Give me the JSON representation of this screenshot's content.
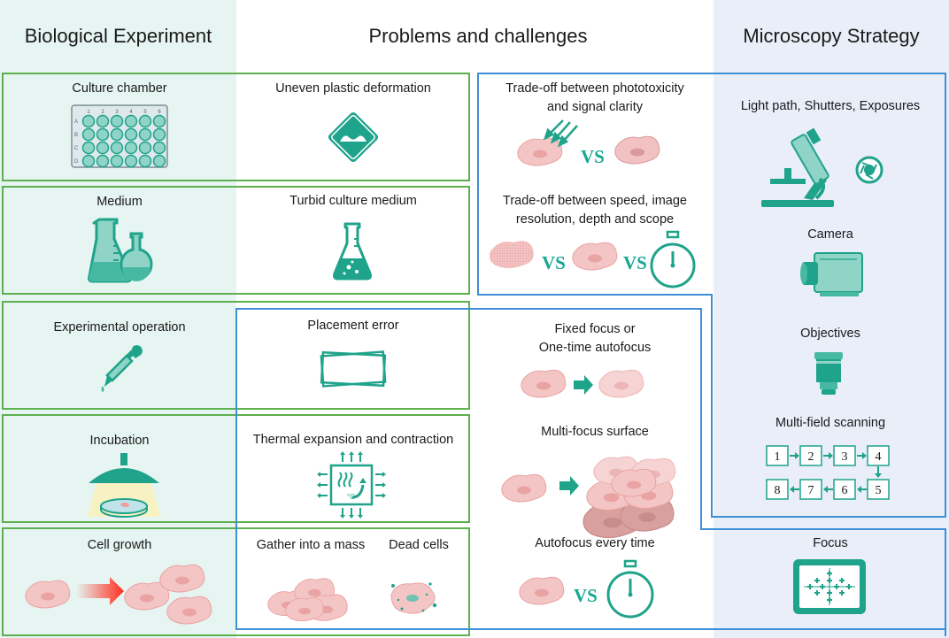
{
  "colors": {
    "teal": "#1fa38b",
    "teal_light": "#8fd4c6",
    "green_border": "#5db04e",
    "blue_border": "#3f8fd6",
    "left_bg": "#e6f5f2",
    "right_bg": "#e9eef9",
    "cell_fill": "#f4c5c5",
    "arrow_red": "#ff2d1e"
  },
  "headers": {
    "left": "Biological Experiment",
    "middle": "Problems and challenges",
    "right": "Microscopy Strategy"
  },
  "experiment_items": [
    {
      "label": "Culture chamber",
      "icon": "well-plate-icon"
    },
    {
      "label": "Medium",
      "icon": "flasks-icon"
    },
    {
      "label": "Experimental operation",
      "icon": "pipette-icon"
    },
    {
      "label": "Incubation",
      "icon": "incubator-lamp-icon"
    },
    {
      "label": "Cell growth",
      "icon": "cell-growth-icon"
    }
  ],
  "plate": {
    "cols": [
      "1",
      "2",
      "3",
      "4",
      "5",
      "6"
    ],
    "rows": [
      "A",
      "B",
      "C",
      "D"
    ]
  },
  "problems": [
    {
      "label": "Uneven plastic deformation",
      "icon": "deformation-sign-icon"
    },
    {
      "label": "Turbid culture medium",
      "icon": "turbid-flask-icon"
    },
    {
      "label": "Placement error",
      "icon": "misaligned-frame-icon"
    },
    {
      "label": "Thermal expansion and contraction",
      "icon": "thermal-expansion-icon"
    },
    {
      "label": "Gather into a mass",
      "icon": "cell-mass-icon"
    },
    {
      "label": "Dead cells",
      "icon": "dead-cell-icon"
    }
  ],
  "challenges": {
    "tradeoff_1": {
      "line1": "Trade-off between phototoxicity",
      "line2": "and signal clarity"
    },
    "tradeoff_2": {
      "line1": "Trade-off between speed, image",
      "line2": "resolution, depth and scope"
    },
    "fixed_focus": {
      "line1": "Fixed focus or",
      "line2": "One-time autofocus"
    },
    "multi_focus": "Multi-focus surface",
    "autofocus_every": "Autofocus every time",
    "vs": "VS"
  },
  "strategy": [
    {
      "label": "Light path, Shutters, Exposures",
      "icon": "microscope-icon"
    },
    {
      "label": "Camera",
      "icon": "camera-icon"
    },
    {
      "label": "Objectives",
      "icon": "objective-lens-icon"
    },
    {
      "label": "Multi-field scanning",
      "icon": "scan-grid-icon"
    },
    {
      "label": "Focus",
      "icon": "focus-screen-icon"
    }
  ],
  "scan_fields": {
    "top": [
      "1",
      "2",
      "3",
      "4"
    ],
    "bottom": [
      "8",
      "7",
      "6",
      "5"
    ]
  }
}
